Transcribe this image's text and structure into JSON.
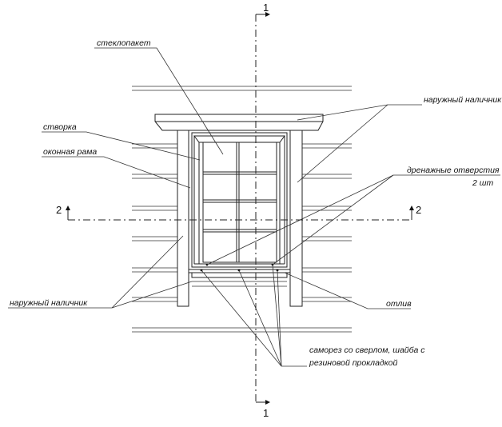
{
  "diagram": {
    "labels": {
      "glass_unit": "стеклопакет",
      "outer_trim_top": "наружный наличник",
      "sash": "створка",
      "window_frame": "оконная рама",
      "drain_holes_1": "дренажные отверстия",
      "drain_holes_2": "2 шт",
      "outer_trim_bottom": "наружный наличник",
      "drip_sill": "отлив",
      "screws_1": "саморез со сверлом, шайба с",
      "screws_2": "резиновой прокладкой"
    },
    "section_marks": {
      "top": "1",
      "bottom": "1",
      "left": "2",
      "right": "2"
    }
  }
}
